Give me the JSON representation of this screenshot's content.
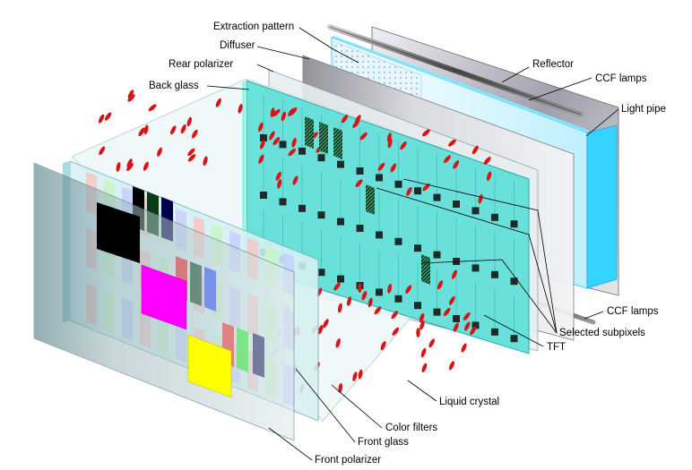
{
  "labels": {
    "extraction_pattern": "Extraction pattern",
    "diffuser": "Diffuser",
    "rear_polarizer": "Rear polarizer",
    "back_glass": "Back glass",
    "reflector": "Reflector",
    "ccf_lamps_top": "CCF lamps",
    "light_pipe": "Light pipe",
    "ccf_lamps_bottom": "CCF lamps",
    "selected_subpixels": "Selected subpixels",
    "tft": "TFT",
    "liquid_crystal": "Liquid crystal",
    "color_filters": "Color filters",
    "front_glass": "Front glass",
    "front_polarizer": "Front polarizer"
  },
  "colors": {
    "tft_panel": "#5ee0d8",
    "glass": "#dff3f6",
    "light_pipe": "#6fe6ff",
    "reflector": "#b8b8c8",
    "lamp": "#666666",
    "liquid_crystal": "#d91414",
    "subpixel_black": "#000000",
    "subpixel_magenta": "#ff00ff",
    "subpixel_yellow": "#ffff00",
    "filter_red": "#ff1a1a",
    "filter_green": "#22ee22",
    "filter_blue": "#2244ff",
    "filter_navy": "#00004a"
  }
}
